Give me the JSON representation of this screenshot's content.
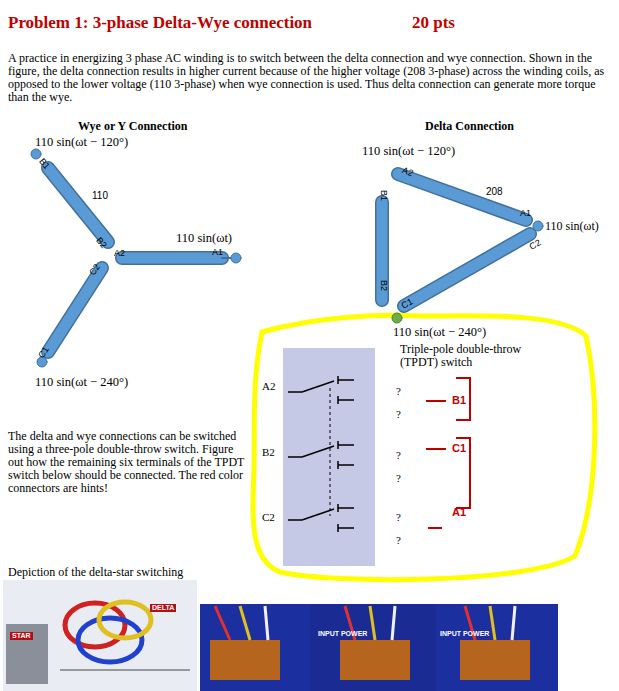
{
  "diagram": {
    "title": "Problem 1: 3-phase Delta-Wye connection",
    "labels": [
      "20 pts",
      "A practice in energizing 3 phase AC winding is to switch between the delta connection and wye connection. Shown in the figure, the delta connection results in higher current because of the higher voltage (208 3-phase) across the winding coils, as opposed to the lower voltage (110 3-phase) when wye connection is used. Thus delta connection can generate more torque than the wye.",
      "Wye or Y Connection",
      "Delta Connection",
      "110 sin(ωt − 120°)",
      "B1",
      "110",
      "B2",
      "A2",
      "C2",
      "110 sin(ωt)",
      "A1",
      "C1",
      "110 sin(ωt − 240°)",
      "110 sin(ωt − 120°)",
      "A2",
      "208",
      "B1",
      "A1",
      "110 sin(ωt)",
      "C2",
      "B2",
      "C1",
      "110 sin(ωt − 240°)",
      "Triple-pole double-throw (TPDT) switch",
      "A2",
      "B2",
      "C2",
      "?",
      "?",
      "?",
      "?",
      "?",
      "?",
      "B1",
      "C1",
      "A1",
      "The delta and wye connections can be switched using a three-pole double-throw switch. Figure out how the remaining six terminals of the TPDT switch below should be connected. The red color connectors are hints!",
      "Depiction of the delta-star switching",
      "STAR",
      "DELTA",
      "INPUT POWER",
      "INPUT POWER"
    ]
  }
}
